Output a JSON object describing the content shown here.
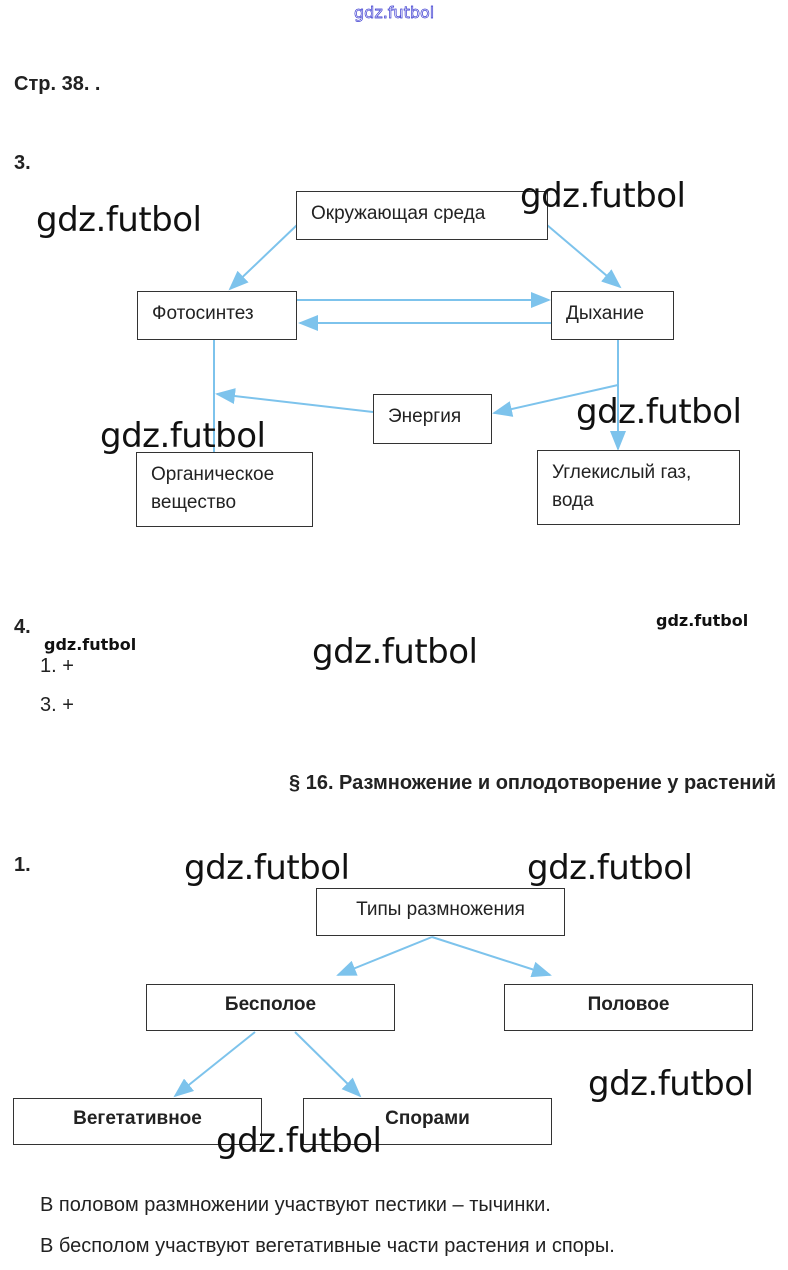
{
  "watermark": "gdz.futbol",
  "header": {
    "page_label": "Стр. 38. ."
  },
  "task3": {
    "number": "3.",
    "boxes": {
      "environment": "Окружающая среда",
      "photosynthesis": "Фотосинтез",
      "respiration": "Дыхание",
      "energy": "Энергия",
      "organic": "Органическое вещество",
      "co2": "Углекислый газ, вода"
    }
  },
  "task4": {
    "number": "4.",
    "items": [
      "1. +",
      "3. +"
    ]
  },
  "section": {
    "title": "§ 16. Размножение и оплодотворение у растений"
  },
  "task1": {
    "number": "1.",
    "boxes": {
      "types": "Типы размножения",
      "asexual": "Бесполое",
      "sexual": "Половое",
      "vegetative": "Вегетативное",
      "spores": "Спорами"
    },
    "text": [
      "В половом размножении участвуют пестики – тычинки.",
      "В бесполом участвуют вегетативные части растения и споры."
    ]
  },
  "colors": {
    "arrow": "#7dc3ec",
    "top_watermark": "#3a3ad0"
  }
}
